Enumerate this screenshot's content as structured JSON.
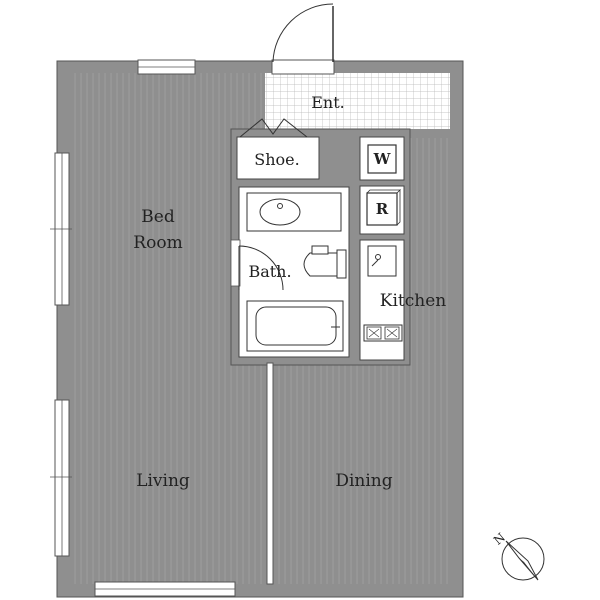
{
  "floorplan": {
    "rooms": {
      "bedroom_line1": "Bed",
      "bedroom_line2": "Room",
      "living": "Living",
      "dining": "Dining",
      "kitchen": "Kitchen",
      "bath": "Bath.",
      "entrance": "Ent.",
      "shoe": "Shoe."
    },
    "appliances": {
      "washer": "W",
      "refrigerator": "R"
    },
    "compass": {
      "north_label": "N"
    },
    "colors": {
      "wall": "#8f8f8f",
      "floor_line": "#9a9a9a",
      "ink": "#222222"
    }
  }
}
